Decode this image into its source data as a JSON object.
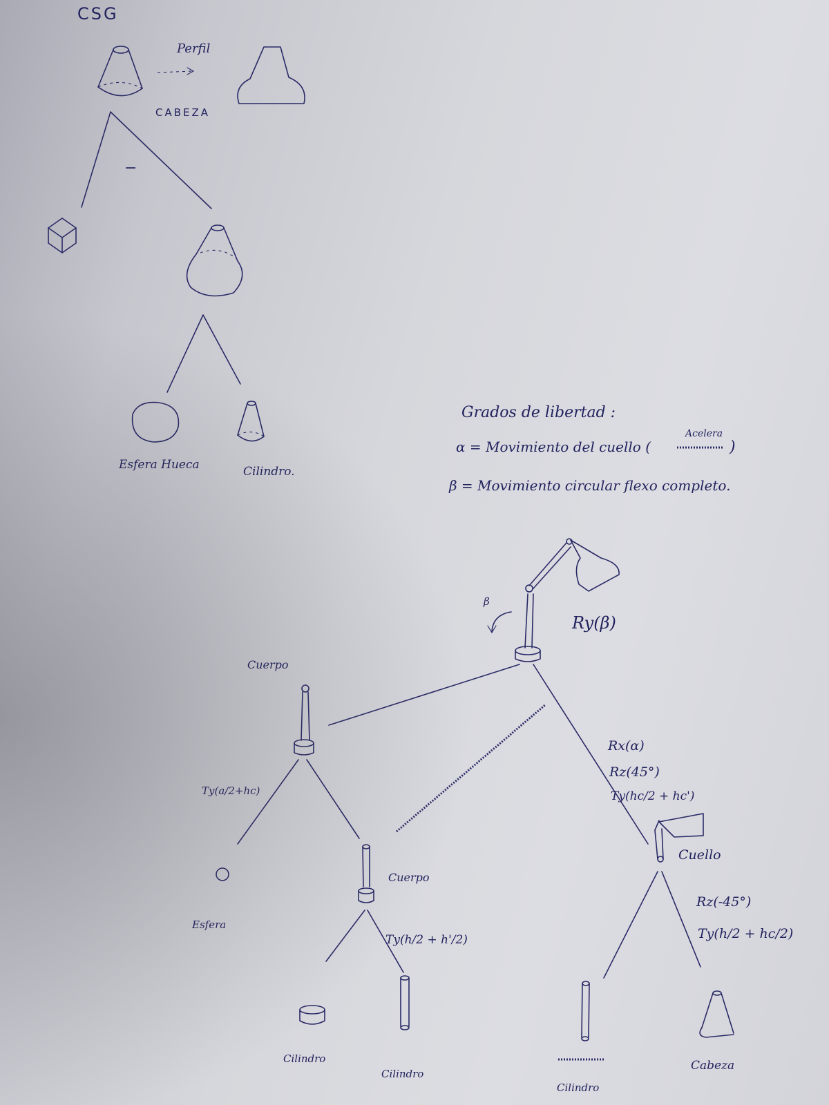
{
  "csg": {
    "title": "CSG",
    "perfil_label": "Perfil",
    "cabeza_label": "CABEZA",
    "minus_op": "−",
    "leaf_sphere": "Esfera Hueca",
    "leaf_cylinder": "Cilindro."
  },
  "dof": {
    "title": "Grados de libertad :",
    "alpha_line": "α = Movimiento del cuello (",
    "alpha_note": "Acelera",
    "alpha_close": ")",
    "beta_line": "β = Movimiento circular flexo completo."
  },
  "scene_graph": {
    "root_transform": "Ry(β)",
    "beta_symbol": "β",
    "cuerpo_top_label": "Cuerpo",
    "cuerpo_sphere_transform": "Ty(a/2+hc)",
    "esfera_label": "Esfera",
    "cuerpo_label": "Cuerpo",
    "cuerpo_transform": "Ty(h/2 + h'/2)",
    "cilindro_left": "Cilindro",
    "cilindro_mid": "Cilindro",
    "cuello_transforms": [
      "Rx(α)",
      "Rz(45°)",
      "Ty(hc/2 + hc')"
    ],
    "cuello_label": "Cuello",
    "cabeza_transforms": [
      "Rz(-45°)",
      "Ty(h/2 + hc/2)"
    ],
    "cilindro_right": "Cilindro",
    "cabeza_label": "Cabeza"
  }
}
